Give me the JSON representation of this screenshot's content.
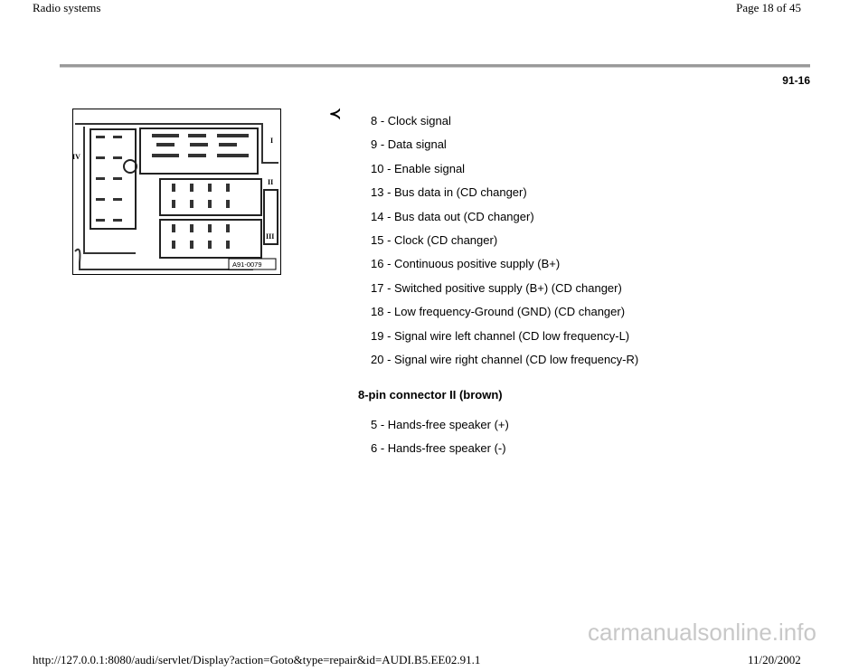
{
  "header": {
    "title": "Radio systems",
    "page": "Page 18 of 45"
  },
  "section_number": "91-16",
  "figure": {
    "code": "A91-0079",
    "connectors": [
      "I",
      "II",
      "III",
      "IV"
    ]
  },
  "pin_list": [
    "8 - Clock signal",
    "9 - Data signal",
    "10 - Enable signal",
    "13 - Bus data in (CD changer)",
    "14 - Bus data out (CD changer)",
    "15 - Clock (CD changer)",
    "16 - Continuous positive supply (B+)",
    "17 - Switched positive supply (B+) (CD changer)",
    "18 - Low frequency-Ground (GND) (CD changer)",
    "19 - Signal wire left channel (CD low frequency-L)",
    "20 - Signal wire right channel (CD low frequency-R)"
  ],
  "subheading": "8-pin connector II (brown)",
  "pin_list_2": [
    "5 - Hands-free speaker (+)",
    "6 - Hands-free speaker (-)"
  ],
  "footer": {
    "url": "http://127.0.0.1:8080/audi/servlet/Display?action=Goto&type=repair&id=AUDI.B5.EE02.91.1",
    "date": "11/20/2002",
    "watermark": "carmanualsonline.info"
  }
}
